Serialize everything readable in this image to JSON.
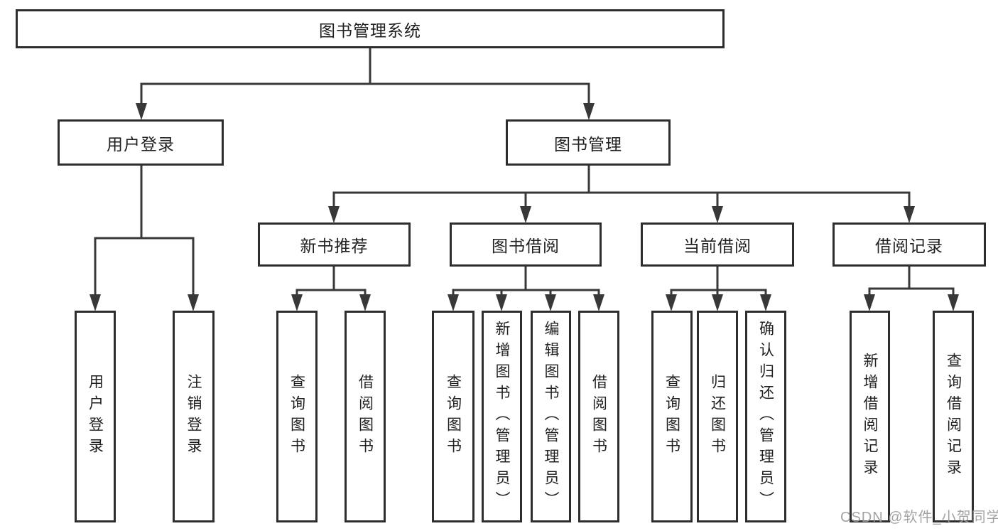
{
  "diagram_type": "hierarchy-tree",
  "colors": {
    "line": "#383838",
    "box_border": "#2e2e2e",
    "text": "#1f1f1f",
    "background": "#ffffff",
    "watermark_text_color": "#9b9b9b"
  },
  "tree": {
    "label": "图书管理系统",
    "children": [
      {
        "label": "用户登录",
        "children": [
          {
            "label": "用户登录"
          },
          {
            "label": "注销登录"
          }
        ]
      },
      {
        "label": "图书管理",
        "children": [
          {
            "label": "新书推荐",
            "children": [
              {
                "label": "查询图书"
              },
              {
                "label": "借阅图书"
              }
            ]
          },
          {
            "label": "图书借阅",
            "children": [
              {
                "label": "查询图书"
              },
              {
                "label": "新增图书（管理员）"
              },
              {
                "label": "编辑图书（管理员）"
              },
              {
                "label": "借阅图书"
              }
            ]
          },
          {
            "label": "当前借阅",
            "children": [
              {
                "label": "查询图书"
              },
              {
                "label": "归还图书"
              },
              {
                "label": "确认归还（管理员）"
              }
            ]
          },
          {
            "label": "借阅记录",
            "children": [
              {
                "label": "新增借阅记录"
              },
              {
                "label": "查询借阅记录"
              }
            ]
          }
        ]
      }
    ]
  },
  "watermark": "CSDN @软件_小贺同学"
}
